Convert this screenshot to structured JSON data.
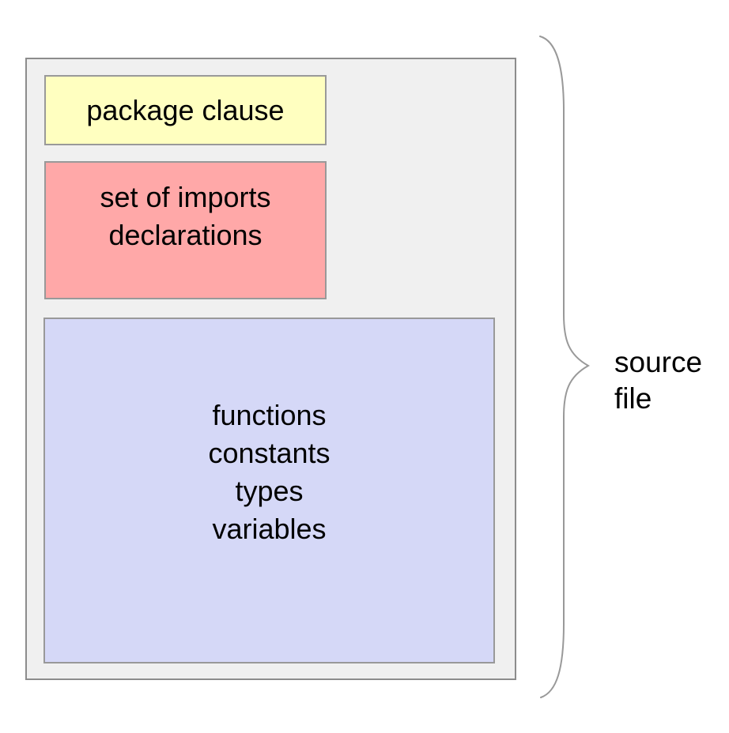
{
  "diagram": {
    "outer_box": {
      "fill": "#f0f0f0",
      "border_color": "#8c8c8c"
    },
    "boxes": {
      "package_clause": {
        "label": "package clause",
        "fill": "#ffffc0"
      },
      "imports": {
        "lines": [
          "set of imports",
          "declarations"
        ],
        "fill": "#ffa8a8"
      },
      "declarations": {
        "lines": [
          "functions",
          "constants",
          "types",
          "variables"
        ],
        "fill": "#d5d8f7"
      }
    },
    "brace": {
      "color": "#999999",
      "label_lines": [
        "source",
        "file"
      ]
    },
    "text_color": "#000000"
  }
}
